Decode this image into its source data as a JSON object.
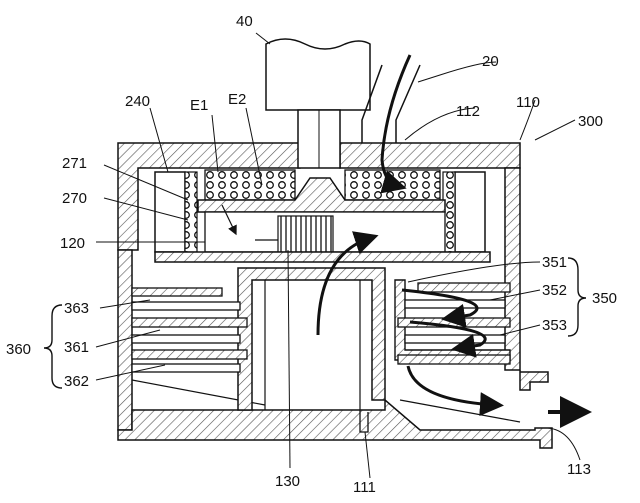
{
  "labels": {
    "l40": "40",
    "l20": "20",
    "l240": "240",
    "lE1": "E1",
    "lE2": "E2",
    "l112": "112",
    "l110": "110",
    "l300": "300",
    "l271": "271",
    "l270": "270",
    "l120": "120",
    "l351": "351",
    "l352": "352",
    "l350": "350",
    "l353": "353",
    "l363": "363",
    "l361": "361",
    "l360": "360",
    "l362": "362",
    "l130": "130",
    "l111": "111",
    "l113": "113"
  },
  "colors": {
    "line": "#111111",
    "hatch": "#444444",
    "background": "#ffffff"
  }
}
